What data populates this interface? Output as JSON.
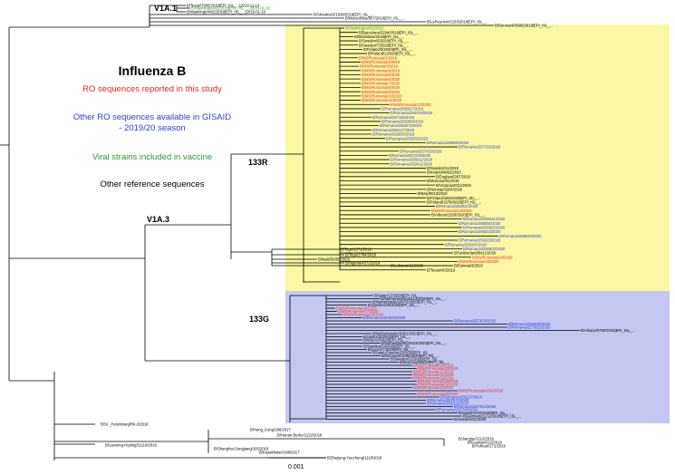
{
  "legend": {
    "title": "Influenza B",
    "red": "RO sequences reported in this study",
    "blue": "Other RO sequences available in GISAID - 2019/20 season",
    "green": "Viral strains included in vaccine",
    "black": "Other reference sequences"
  },
  "clades": {
    "v1a1": "V1A.1",
    "v1a3": "V1A.3",
    "c133r": "133R",
    "c133g": "133G"
  },
  "scale": {
    "label": "0.001"
  },
  "colors": {
    "red": "#e8261c",
    "blue": "#2a3fd0",
    "green": "#2a9a2a",
    "black": "#000000",
    "box133r": "#fbf7a4",
    "box133g": "#c4c7f2"
  },
  "leaves": {
    "top_v1a1": [
      {
        "label": "B/Texas/7965/2019|EPI_ISL_...|2019-11-13",
        "color": "black"
      },
      {
        "label": "B/Washington/02/2019|EPI_ISL_...|2019-01-10",
        "color": "green"
      },
      {
        "label": "B/Washington/02/2019|EPI_ISL_...|2019-01-10",
        "color": "black"
      },
      {
        "label": "B/Slovakia/2/1508/2019|EPI_ISL_...",
        "color": "black"
      },
      {
        "label": "B/Macedonia/607/2019|EPI_ISL_...",
        "color": "black"
      },
      {
        "label": "B/LaReunion/2153/2019|EPI_ISL_...",
        "color": "black"
      },
      {
        "label": "B/Denmark/3696/2019|EPI_ISL_...",
        "color": "black"
      }
    ],
    "c133r_labels": [
      {
        "label": "B/Washington/02/2019",
        "color": "green"
      },
      {
        "label": "B/Barcelona/2294/2019|EPI_ISL_...",
        "color": "black"
      },
      {
        "label": "B/Bratislava/2019|EPI_ISL_...",
        "color": "black"
      },
      {
        "label": "B/Sweden/6/2020|EPI_ISL_...",
        "color": "black"
      },
      {
        "label": "B/Sweden/7/2020|EPI_ISL_...",
        "color": "black"
      },
      {
        "label": "B/Finland/3/2020|EPI_ISL_...",
        "color": "black"
      },
      {
        "label": "B/Poland/1/2020|EPI_ISL_...",
        "color": "black"
      },
      {
        "label": "B/MS/Romania/1/2019",
        "color": "red"
      },
      {
        "label": "B/MS/Romania/2/2019",
        "color": "red"
      },
      {
        "label": "B/MS/Romania/3/2019",
        "color": "red"
      },
      {
        "label": "B/MS/Romania/4/2019",
        "color": "red"
      },
      {
        "label": "B/MS/Romania/5/2020",
        "color": "red"
      },
      {
        "label": "B/MS/Romania/6/2020",
        "color": "red"
      },
      {
        "label": "B/MS/Romania/7/2020",
        "color": "red"
      },
      {
        "label": "B/MS/Romania/8/2020",
        "color": "red"
      },
      {
        "label": "B/MS/Romania/9/2020",
        "color": "red"
      },
      {
        "label": "B/MS/Romania/10/2020",
        "color": "red"
      },
      {
        "label": "B/MS/Romania/11/2020",
        "color": "red"
      },
      {
        "label": "B/MS/Romania/12/2020",
        "color": "red"
      },
      {
        "label": "B/Romania/256617/2019",
        "color": "blue"
      },
      {
        "label": "B/Romania/255724/2019",
        "color": "blue"
      },
      {
        "label": "B/Romania/257165/2019",
        "color": "blue"
      },
      {
        "label": "B/Romania/255660/2019",
        "color": "blue"
      },
      {
        "label": "B/Romania/255672/2019",
        "color": "blue"
      },
      {
        "label": "B/Romania/256117/2020",
        "color": "blue"
      },
      {
        "label": "B/Romania/255855/2019",
        "color": "blue"
      },
      {
        "label": "B/Romania/256055/2020",
        "color": "blue"
      },
      {
        "label": "B/Romania/256060/2020",
        "color": "blue"
      },
      {
        "label": "B/Romania/257151/2020",
        "color": "blue"
      },
      {
        "label": "B/Romania/257433/2020",
        "color": "blue"
      },
      {
        "label": "B/Romania/257229/2020",
        "color": "blue"
      },
      {
        "label": "B/Romania/256011/2020",
        "color": "blue"
      },
      {
        "label": "B/Romania/259011/2020",
        "color": "blue"
      },
      {
        "label": "B/Sweden/11/2019",
        "color": "black"
      },
      {
        "label": "B/Ireland/4962/2020",
        "color": "black"
      },
      {
        "label": "B/England/287/2019",
        "color": "black"
      },
      {
        "label": "B/Moscow/31/2019",
        "color": "black"
      },
      {
        "label": "B/Victoria/2021/2019",
        "color": "black"
      },
      {
        "label": "B/Norway/3204/2020",
        "color": "black"
      },
      {
        "label": "B/Italy/8013/2019",
        "color": "black"
      },
      {
        "label": "B/Finland/165/2020|EPI_ISL_...",
        "color": "black"
      },
      {
        "label": "B/Poland/1578/2020|EPI_ISL_...",
        "color": "black"
      },
      {
        "label": "B/Romania/256021/2020",
        "color": "blue"
      },
      {
        "label": "B/MS/Romania/13/2020",
        "color": "red"
      },
      {
        "label": "B/Athens/1163/2020|EPI_ISL_...",
        "color": "black"
      },
      {
        "label": "B/Romania/256041/2020",
        "color": "blue"
      },
      {
        "label": "B/Romania/256055/2020",
        "color": "blue"
      },
      {
        "label": "B/Romania/256052/2020",
        "color": "blue"
      },
      {
        "label": "B/Romania/256042/2020",
        "color": "blue"
      },
      {
        "label": "B/Romania/256620/2020",
        "color": "blue"
      },
      {
        "label": "B/Romania/256023/2020",
        "color": "blue"
      },
      {
        "label": "B/Romania/258297/2020",
        "color": "blue"
      },
      {
        "label": "B/Romania/256803/2020",
        "color": "blue"
      },
      {
        "label": "B/Switzerland/6411/2020",
        "color": "black"
      },
      {
        "label": "B/MS/Romania/14/2020",
        "color": "red"
      },
      {
        "label": "B/MS/Romania/15/2020",
        "color": "red"
      },
      {
        "label": "B/Estonia/3/2020",
        "color": "black"
      },
      {
        "label": "B/Texas/40/2019",
        "color": "black"
      }
    ],
    "middle": [
      {
        "label": "B/Togo/1071/2019",
        "color": "black"
      },
      {
        "label": "B/Togo/1784/2019",
        "color": "black"
      },
      {
        "label": "B/Mali/35058/2020",
        "color": "black"
      },
      {
        "label": "B/Nigeria/4372/2019",
        "color": "black"
      },
      {
        "label": "B/Lebanon/11/2020",
        "color": "black"
      }
    ],
    "c133g_labels": [
      {
        "label": "B/Spain/17/2020|EPI_ISL_...",
        "color": "black"
      },
      {
        "label": "B/Netherlands/10113/2020|EPI_ISL_...",
        "color": "black"
      },
      {
        "label": "B/Netherlands/10075/2020|EPI_ISL_...",
        "color": "black"
      },
      {
        "label": "B/Sweden/20/2020|EPI_ISL_...",
        "color": "black"
      },
      {
        "label": "B/MS/Romania/16/2020",
        "color": "red"
      },
      {
        "label": "B/MS/Romania/17/2020",
        "color": "red"
      },
      {
        "label": "B/MS/Romania/18/2020",
        "color": "red"
      },
      {
        "label": "B/Romania/257833/2020",
        "color": "blue"
      },
      {
        "label": "B/Romania/257876/2020",
        "color": "blue"
      },
      {
        "label": "B/Romania/258630/2020",
        "color": "blue"
      },
      {
        "label": "B/Romania/257652/2020",
        "color": "blue"
      },
      {
        "label": "B/Alsace/0780/2019|EPI_ISL_...",
        "color": "black"
      },
      {
        "label": "B/Netherlands/10061/2020|EPI_ISL_...",
        "color": "black"
      },
      {
        "label": "B/Spain/10/2020|EPI_ISL_...",
        "color": "black"
      },
      {
        "label": "B/Italy/10/2020|EPI_ISL_...",
        "color": "black"
      },
      {
        "label": "B/Netherlands/10023/2020|EPI_ISL_...",
        "color": "black"
      },
      {
        "label": "B/Sweden/14/2020|EPI_ISL_...",
        "color": "black"
      },
      {
        "label": "B/Lyon/17/2020|EPI_ISL_...",
        "color": "black"
      },
      {
        "label": "B/Saint-Etienne/10/2020|EPI_ISL_...",
        "color": "black"
      },
      {
        "label": "B/Denmark/1080/2020|EPI_ISL_...",
        "color": "black"
      },
      {
        "label": "B/Sweden/22/2020|EPI_ISL_...",
        "color": "black"
      },
      {
        "label": "B/Moscow/8/2020|EPI_ISL_...",
        "color": "black"
      },
      {
        "label": "B/MS/Romania/19/2019",
        "color": "red"
      },
      {
        "label": "B/MS/Romania/20/2019",
        "color": "red"
      },
      {
        "label": "B/MS/Romania/11/2019",
        "color": "red"
      },
      {
        "label": "B/MS/Romania/21/2019",
        "color": "red"
      },
      {
        "label": "B/MS/Romania/22/2019",
        "color": "red"
      },
      {
        "label": "B/MS/Romania/23/2019",
        "color": "red"
      },
      {
        "label": "B/MS/Romania/02/2020",
        "color": "red"
      },
      {
        "label": "B/MS/Romania/24/2020",
        "color": "red"
      },
      {
        "label": "B/MS/Romania/4760/2020",
        "color": "red"
      },
      {
        "label": "B/MS/Romania/25/2020",
        "color": "red"
      },
      {
        "label": "B/Romania/258117/2020",
        "color": "blue"
      },
      {
        "label": "B/Romania/257671/2020",
        "color": "blue"
      },
      {
        "label": "B/Romania/258119/2020",
        "color": "blue"
      },
      {
        "label": "B/Romania/257644/2020",
        "color": "blue"
      },
      {
        "label": "B/Romania/257742/2020",
        "color": "blue"
      },
      {
        "label": "B/Sweden/30/2020|EPI_ISL_...",
        "color": "black"
      },
      {
        "label": "B/Germany/1212/2020|EPI_ISL_...",
        "color": "black"
      },
      {
        "label": "B/Sweden/61/2020",
        "color": "black"
      }
    ],
    "bottom": [
      {
        "label": "B/St._Petersburg/RII-2/2018",
        "color": "black"
      },
      {
        "label": "B/Hong_Kong/286/2017",
        "color": "black"
      },
      {
        "label": "B/Hunan-Beihu/1222/2018",
        "color": "black"
      },
      {
        "label": "B/Liaoning-Heping/11118/2018",
        "color": "black"
      },
      {
        "label": "B/Shanghai-Songjiang/105/2018",
        "color": "black"
      },
      {
        "label": "B/Kazakhstan/168/2017",
        "color": "black"
      },
      {
        "label": "B/Zhejiang-Yuecheng/1118/2018",
        "color": "black"
      },
      {
        "label": "B/Jiangsu/1112/2019",
        "color": "black"
      },
      {
        "label": "B/Guangxi/112/2019",
        "color": "black"
      },
      {
        "label": "B/Yunnan/171/2019",
        "color": "black"
      }
    ]
  }
}
